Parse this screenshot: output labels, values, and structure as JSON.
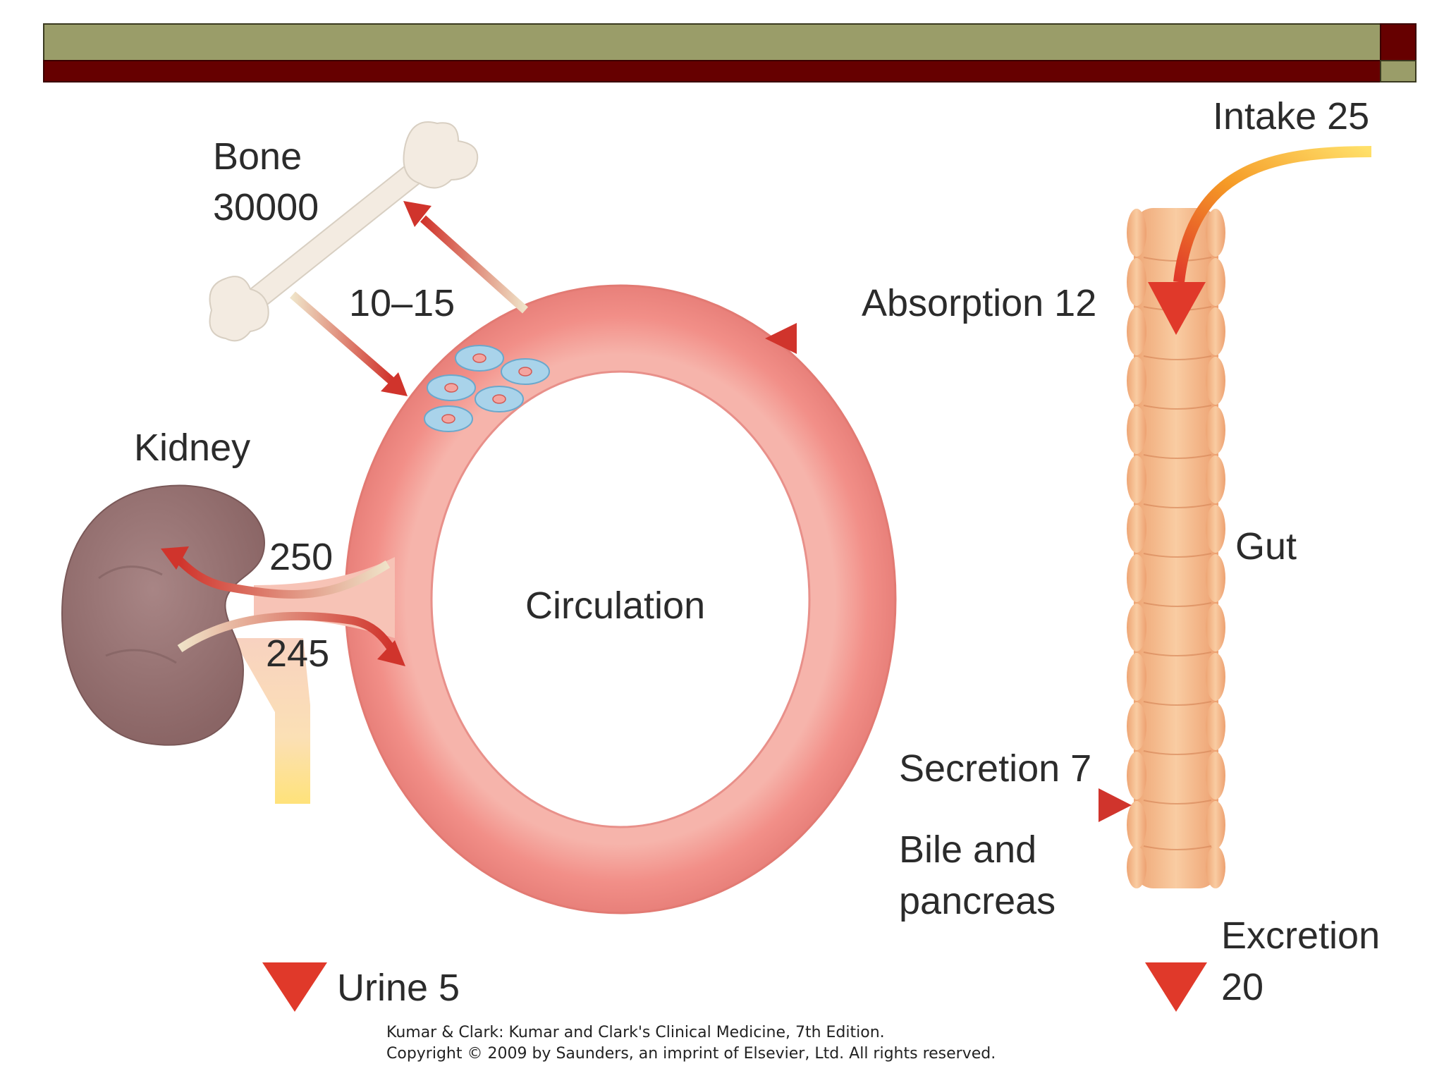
{
  "colors": {
    "header_green": "#9a9d69",
    "header_dark_red": "#660000",
    "circulation_ring": "#f19a94",
    "gut": "#f3b98a",
    "kidney": "#9a7878",
    "bone": "#f3ebe1",
    "cell_blue": "#a9d3ea",
    "arrow_red": "#d03a2f",
    "arrow_orange": "#f59c25"
  },
  "labels": {
    "intake": "Intake 25",
    "bone": "Bone",
    "bone_amount": "30000",
    "bone_exchange": "10–15",
    "absorption": "Absorption 12",
    "kidney": "Kidney",
    "renal_filtered": "250",
    "renal_reabsorbed": "245",
    "circulation": "Circulation",
    "gut": "Gut",
    "secretion": "Secretion 7",
    "bile_line1": "Bile and",
    "bile_line2": "pancreas",
    "urine": "Urine 5",
    "excretion_line1": "Excretion",
    "excretion_line2": "20"
  },
  "credit": {
    "line1": "Kumar & Clark: Kumar and Clark's Clinical Medicine, 7th Edition.",
    "line2": "Copyright © 2009 by Saunders, an imprint of Elsevier, Ltd. All rights reserved."
  }
}
